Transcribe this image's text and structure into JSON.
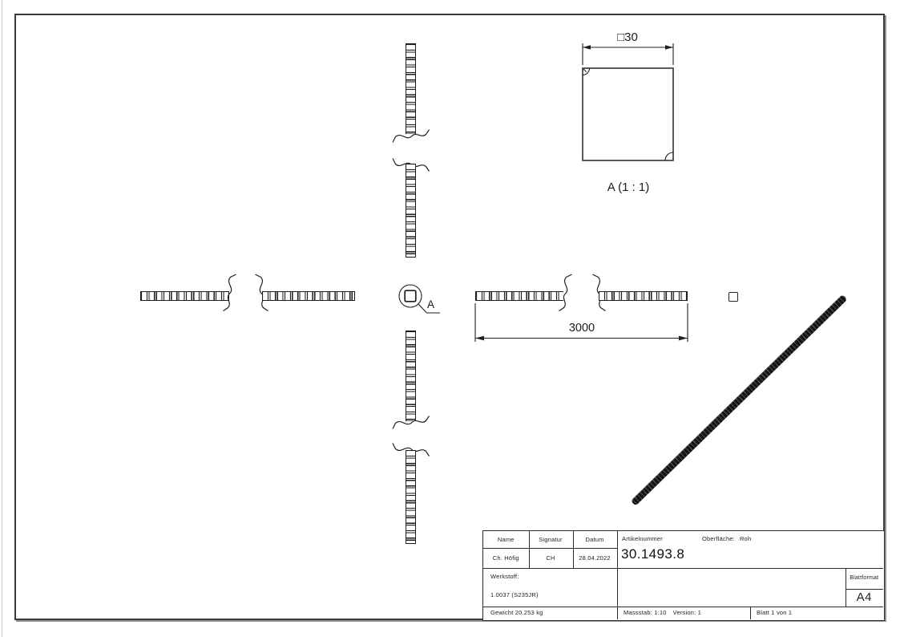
{
  "drawing": {
    "detail_view": {
      "dimension_label": "□30",
      "view_label": "A (1 : 1)"
    },
    "front_view": {
      "length_dimension": "3000"
    },
    "detail_callout_label": "A"
  },
  "title_block": {
    "header": {
      "name": "Name",
      "signatur": "Signatur",
      "datum": "Datum"
    },
    "values": {
      "name": "Ch. Höfig",
      "signatur": "CH",
      "datum": "28.04.2022"
    },
    "artikelnummer_label": "Artikelnummer",
    "artikelnummer_value": "30.1493.8",
    "oberflaeche_label": "Oberfläche:",
    "oberflaeche_value": "Roh",
    "werkstoff_label": "Werkstoff:",
    "werkstoff_value": "1.0037 (S235JR)",
    "gewicht": "Gewicht 20.253 kg",
    "massstab": "Massstab: 1:10",
    "version": "Version: 1",
    "blatt": "Blatt 1 von 1",
    "blattformat_label": "Blattformat",
    "blattformat_value": "A4"
  },
  "colors": {
    "line": "#1f1f1f",
    "frame": "#3a3a3a",
    "frame_shadow": "#919191",
    "background": "#ffffff"
  }
}
